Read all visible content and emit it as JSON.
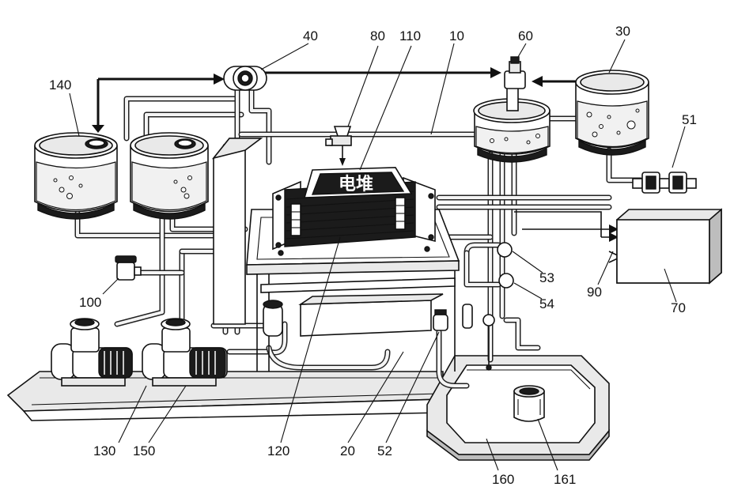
{
  "figure": {
    "stack_label": "电堆"
  },
  "reference_numerals": [
    {
      "id": "label-40",
      "text": "40"
    },
    {
      "id": "label-80",
      "text": "80"
    },
    {
      "id": "label-110",
      "text": "110"
    },
    {
      "id": "label-10",
      "text": "10"
    },
    {
      "id": "label-60",
      "text": "60"
    },
    {
      "id": "label-30",
      "text": "30"
    },
    {
      "id": "label-140",
      "text": "140"
    },
    {
      "id": "label-51",
      "text": "51"
    },
    {
      "id": "label-53",
      "text": "53"
    },
    {
      "id": "label-54",
      "text": "54"
    },
    {
      "id": "label-90",
      "text": "90"
    },
    {
      "id": "label-70",
      "text": "70"
    },
    {
      "id": "label-100",
      "text": "100"
    },
    {
      "id": "label-130",
      "text": "130"
    },
    {
      "id": "label-150",
      "text": "150"
    },
    {
      "id": "label-120",
      "text": "120"
    },
    {
      "id": "label-20",
      "text": "20"
    },
    {
      "id": "label-52",
      "text": "52"
    },
    {
      "id": "label-160",
      "text": "160"
    },
    {
      "id": "label-161",
      "text": "161"
    }
  ]
}
